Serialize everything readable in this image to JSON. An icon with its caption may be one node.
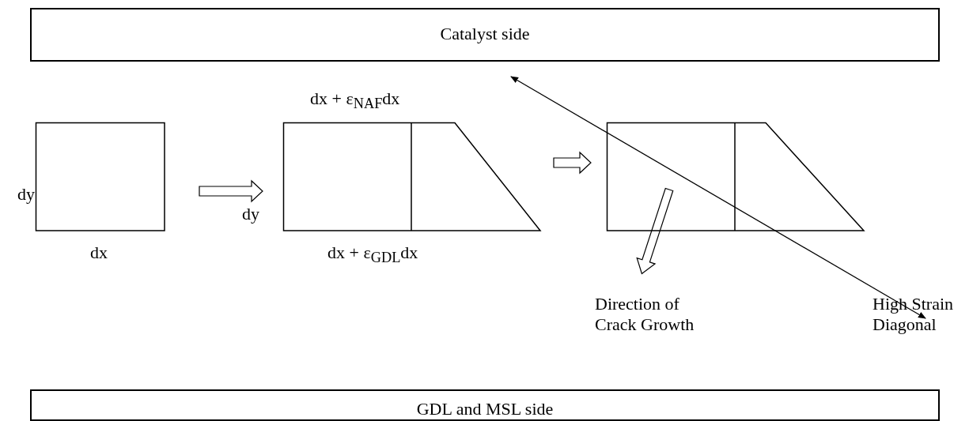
{
  "diagram": {
    "nodes": [
      {
        "text": [
          "Catalyst side"
        ]
      },
      {
        "text": [],
        "shape": "box",
        "beside": [
          "dy",
          "dx"
        ]
      },
      {
        "text": [],
        "shape": "box",
        "beside": [
          "dx + ε$_{NAF}$dx",
          "dy",
          "dx + ε$_{GDL}$dx"
        ]
      },
      {
        "text": [],
        "shape": "box"
      },
      {
        "text": [
          "GDL and MSL side"
        ]
      }
    ],
    "edges": [
      {
        "from": 1,
        "to": 2,
        "arrow": "to"
      },
      {
        "from": 2,
        "to": 3,
        "arrow": "to"
      }
    ],
    "labels": [
      "Direction of Crack Growth",
      "High Strain Diagonal"
    ]
  }
}
